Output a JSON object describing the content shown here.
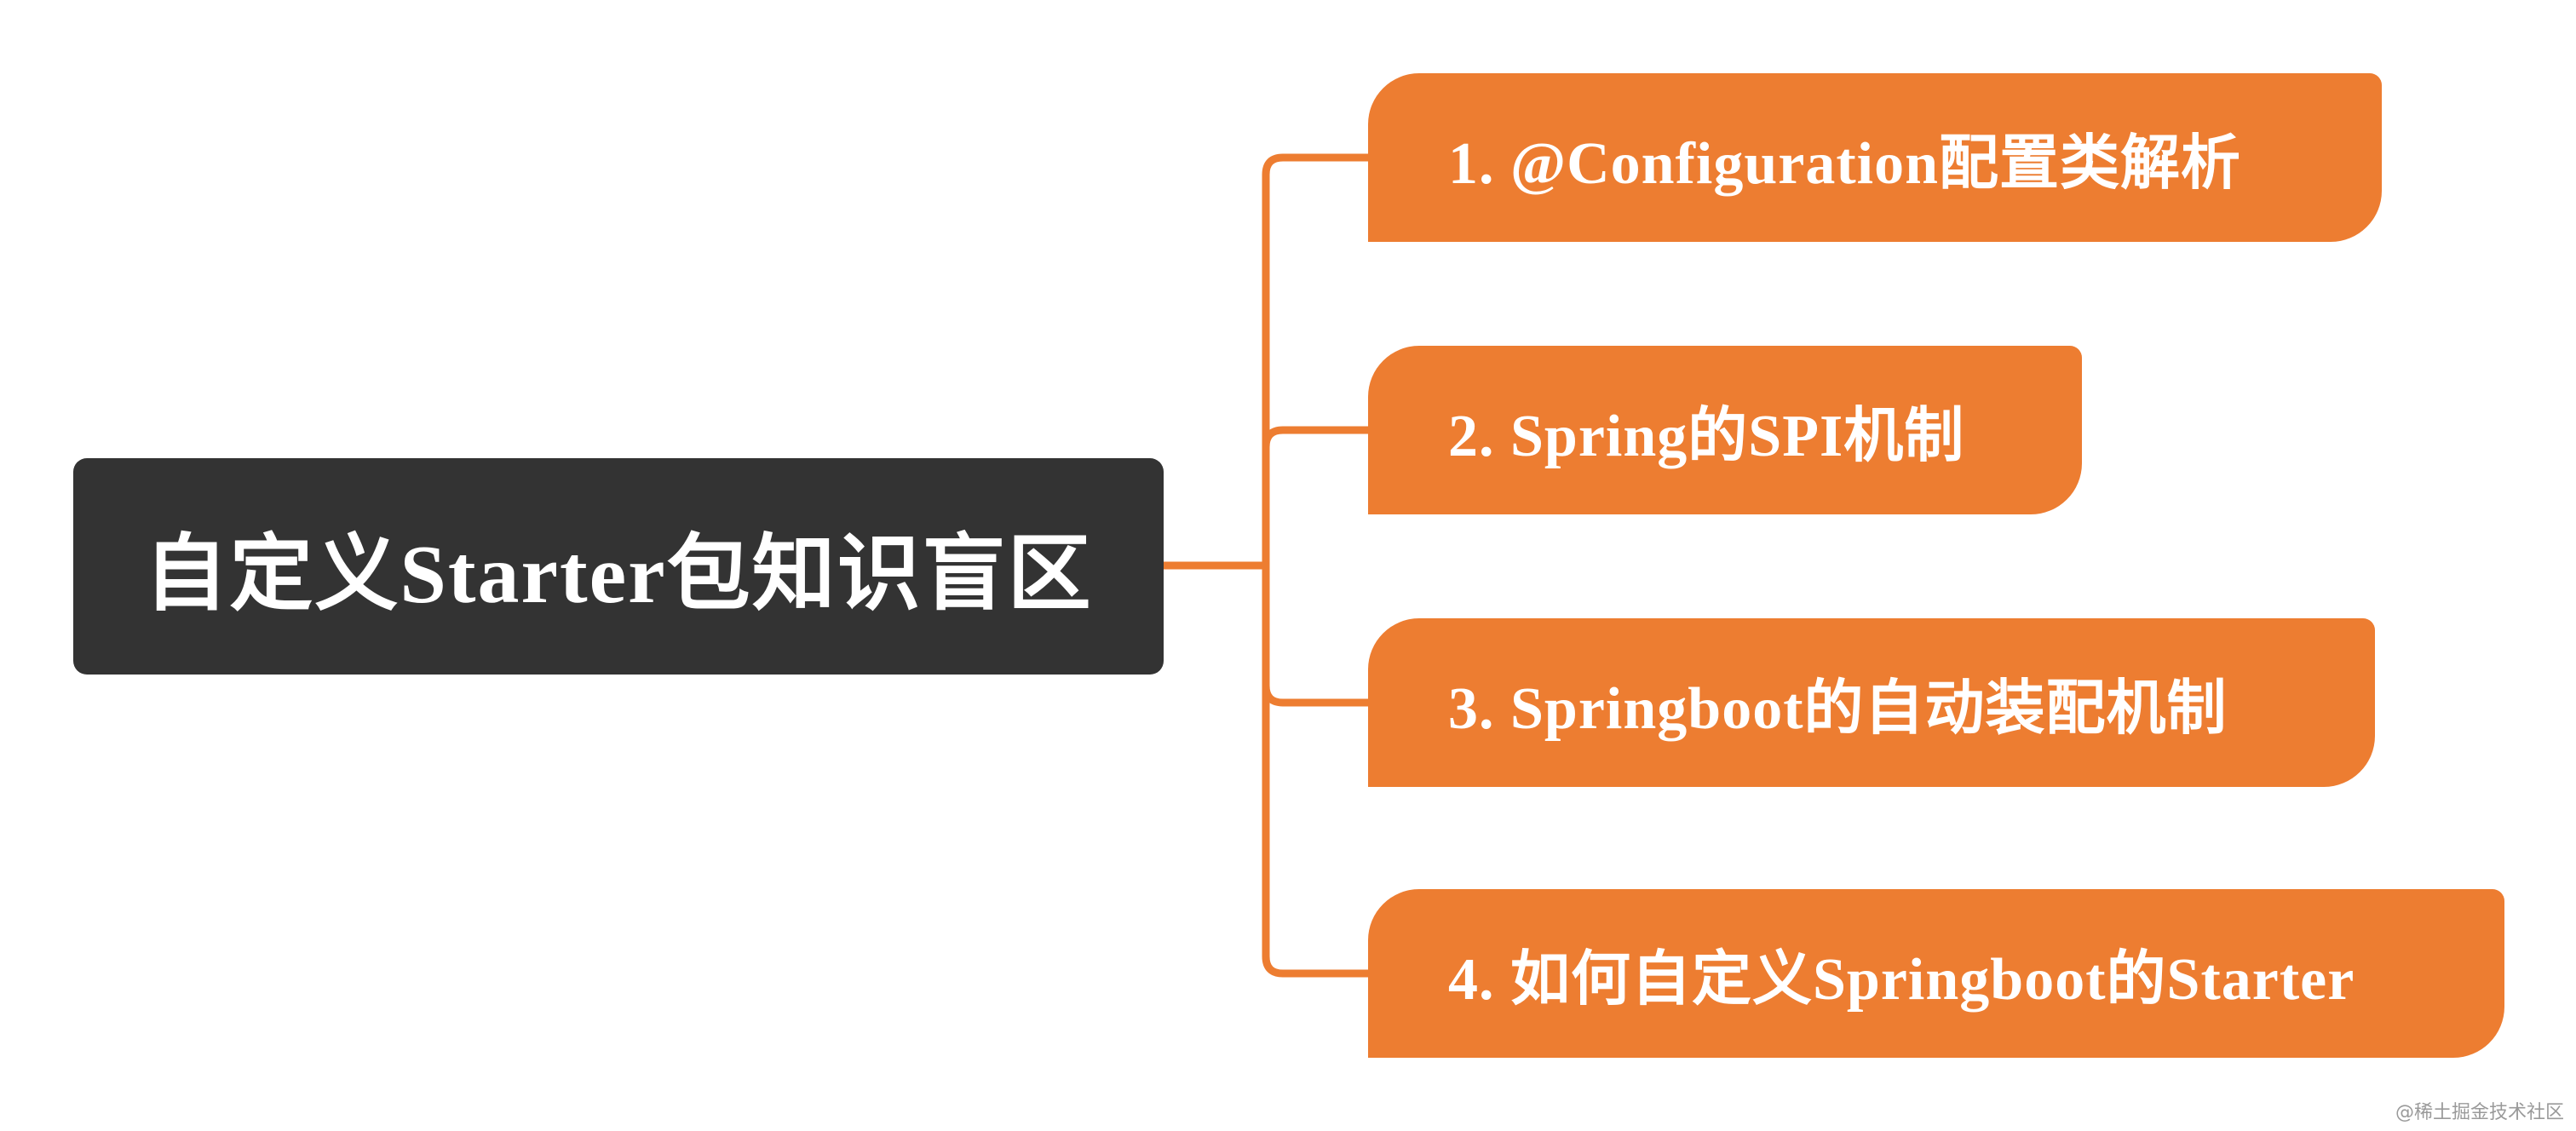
{
  "root": {
    "label": "自定义Starter包知识盲区"
  },
  "branches": [
    {
      "label": "1. @Configuration配置类解析"
    },
    {
      "label": "2. Spring的SPI机制"
    },
    {
      "label": "3. Springboot的自动装配机制"
    },
    {
      "label": "4. 如何自定义Springboot的Starter"
    }
  ],
  "watermark": "@稀土掘金技术社区",
  "colors": {
    "root_fill": "#333333",
    "branch_fill": "#ED7D31",
    "connector": "#ED7D31",
    "text": "#ffffff"
  }
}
